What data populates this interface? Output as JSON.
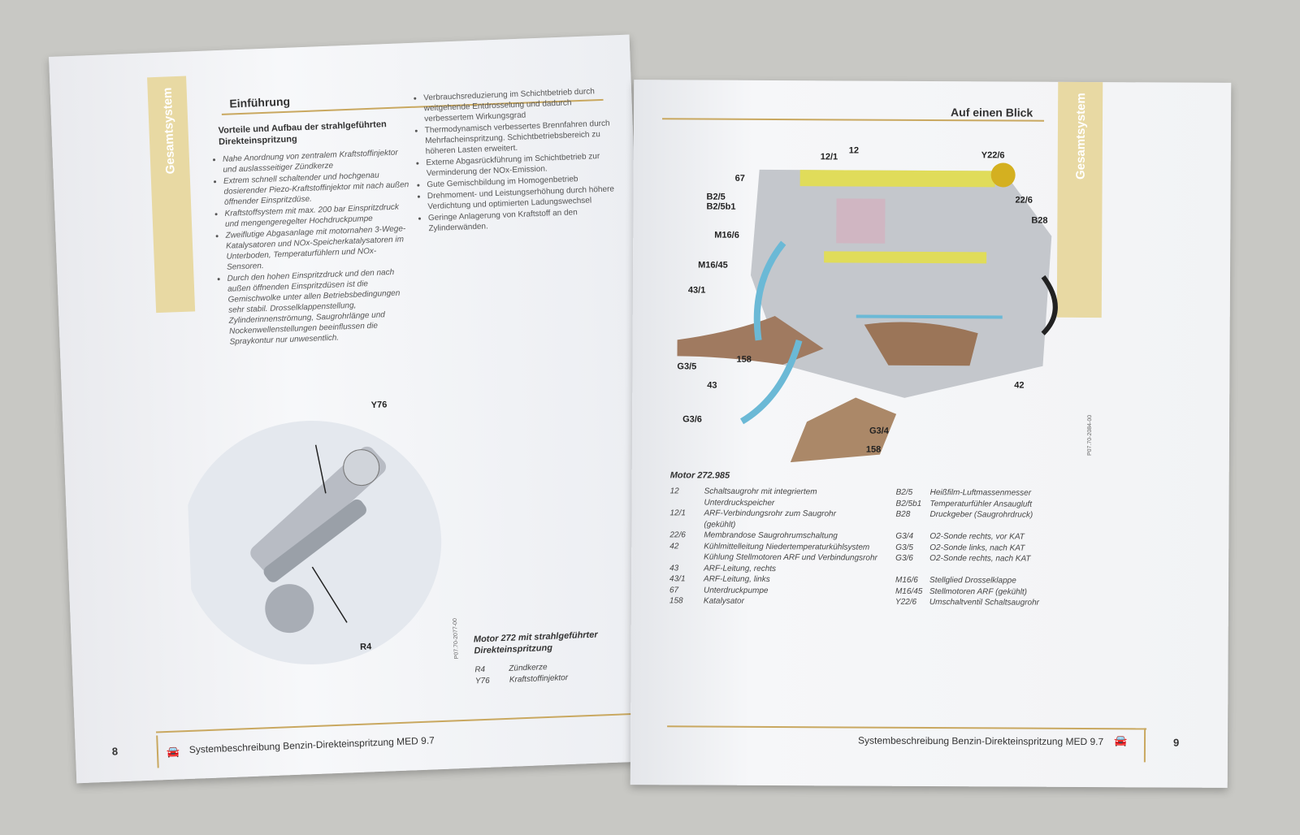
{
  "left_page": {
    "side_tab": "Gesamtsystem",
    "heading": "Einführung",
    "subheading": "Vorteile und Aufbau der strahlgeführten Direkteinspritzung",
    "bullets_col1": [
      "Nahe Anordnung von zentralem Kraftstoffinjektor und auslassseitiger Zündkerze",
      "Extrem schnell schaltender und hochgenau dosierender Piezo-Kraftstoffinjektor mit nach außen öffnender Einspritzdüse.",
      "Kraftstoffsystem mit max. 200 bar Einspritzdruck und mengengeregelter Hochdruckpumpe",
      "Zweiflutige Abgasanlage mit motornahen 3-Wege-Katalysatoren und NOx-Speicherkatalysatoren im Unterboden, Temperaturfühlern und NOx-Sensoren.",
      "Durch den hohen Einspritzdruck und den nach außen öffnenden Einspritzdüsen ist die Gemischwolke unter allen Betriebsbedingungen sehr stabil. Drosselklappenstellung, Zylinderinnenströmung, Saugrohrlänge und Nockenwellenstellungen beeinflussen die Spraykontur nur unwesentlich."
    ],
    "bullets_col2": [
      "Verbrauchsreduzierung im Schichtbetrieb durch weitgehende Entdrosselung und dadurch verbessertem Wirkungsgrad",
      "Thermodynamisch verbessertes Brennfahren durch Mehrfacheinspritzung. Schichtbetriebsbereich zu höheren Lasten erweitert.",
      "Externe Abgasrückführung im Schichtbetrieb zur Verminderung der NOx-Emission.",
      "Gute Gemischbildung im Homogenbetrieb",
      "Drehmoment- und Leistungserhöhung durch höhere Verdichtung und optimierten Ladungswechsel",
      "Geringe Anlagerung von Kraftstoff an den Zylinderwänden."
    ],
    "figure_labels": {
      "y76": "Y76",
      "r4": "R4"
    },
    "figure_code": "P07.70-2077-00",
    "caption_title": "Motor 272 mit strahlgeführter Direkteinspritzung",
    "caption_items": [
      {
        "code": "R4",
        "text": "Zündkerze"
      },
      {
        "code": "Y76",
        "text": "Kraftstoffinjektor"
      }
    ],
    "page_number": "8",
    "footer": "Systembeschreibung Benzin-Direkteinspritzung MED 9.7"
  },
  "right_page": {
    "side_tab": "Gesamtsystem",
    "heading": "Auf einen Blick",
    "figure_labels": [
      "12/1",
      "12",
      "Y22/6",
      "67",
      "B2/5",
      "B2/5b1",
      "22/6",
      "B28",
      "M16/6",
      "M16/45",
      "43/1",
      "158",
      "G3/5",
      "42",
      "43",
      "G3/6",
      "G3/4",
      "158"
    ],
    "figure_code": "P07.70-2084-00",
    "legend_title": "Motor 272.985",
    "legend_left": [
      {
        "code": "12",
        "text": "Schaltsaugrohr mit integriertem"
      },
      {
        "code": "",
        "text": "Unterdruckspeicher"
      },
      {
        "code": "12/1",
        "text": "ARF-Verbindungsrohr zum Saugrohr"
      },
      {
        "code": "",
        "text": "(gekühlt)"
      },
      {
        "code": "22/6",
        "text": "Membrandose Saugrohrumschaltung"
      },
      {
        "code": "42",
        "text": "Kühlmittelleitung Niedertemperaturkühlsystem"
      },
      {
        "code": "",
        "text": "Kühlung Stellmotoren ARF und Verbindungsrohr"
      },
      {
        "code": "43",
        "text": "ARF-Leitung, rechts"
      },
      {
        "code": "43/1",
        "text": "ARF-Leitung, links"
      },
      {
        "code": "67",
        "text": "Unterdruckpumpe"
      },
      {
        "code": "158",
        "text": "Katalysator"
      }
    ],
    "legend_right": [
      {
        "code": "B2/5",
        "text": "Heißfilm-Luftmassenmesser"
      },
      {
        "code": "B2/5b1",
        "text": "Temperaturfühler Ansaugluft"
      },
      {
        "code": "B28",
        "text": "Druckgeber (Saugrohrdruck)"
      },
      {
        "code": "",
        "text": ""
      },
      {
        "code": "G3/4",
        "text": "O2-Sonde rechts, vor KAT"
      },
      {
        "code": "G3/5",
        "text": "O2-Sonde links, nach KAT"
      },
      {
        "code": "G3/6",
        "text": "O2-Sonde rechts, nach KAT"
      },
      {
        "code": "",
        "text": ""
      },
      {
        "code": "M16/6",
        "text": "Stellglied Drosselklappe"
      },
      {
        "code": "M16/45",
        "text": "Stellmotoren ARF (gekühlt)"
      },
      {
        "code": "Y22/6",
        "text": "Umschaltventil Schaltsaugrohr"
      }
    ],
    "page_number": "9",
    "footer": "Systembeschreibung Benzin-Direkteinspritzung MED 9.7"
  }
}
